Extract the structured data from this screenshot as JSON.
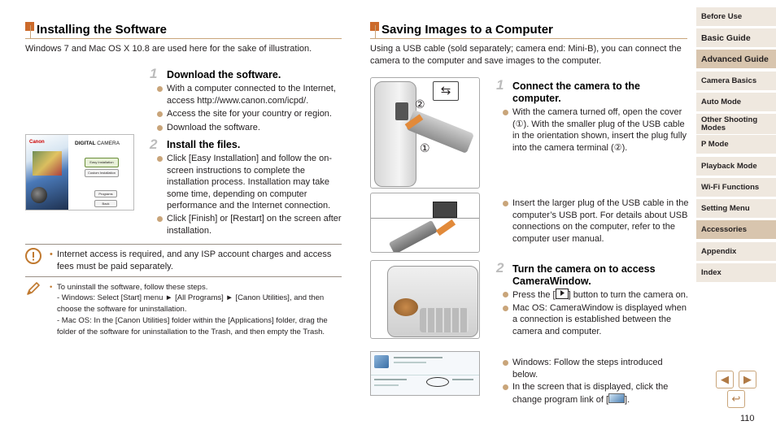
{
  "left": {
    "title": "Installing the Software",
    "intro": "Windows 7 and Mac OS X 10.8 are used here for the sake of illustration.",
    "step1": {
      "num": "1",
      "title": "Download the software.",
      "bullets": [
        "With a computer connected to the Internet, access http://www.canon.com/icpd/.",
        "Access the site for your country or region.",
        "Download the software."
      ]
    },
    "step2": {
      "num": "2",
      "title": "Install the files.",
      "bullets": [
        "Click [Easy Installation] and follow the on-screen instructions to complete the installation process. Installation may take some time, depending on computer performance and the Internet connection.",
        "Click [Finish] or [Restart] on the screen after installation."
      ]
    },
    "installer": {
      "brand": "Canon",
      "product_a": "DIGITAL",
      "product_b": "CAMERA",
      "easy": "Easy Installation",
      "custom": "Custom Installation",
      "programs": "Programs",
      "back": "Back"
    },
    "caution": "Internet access is required, and any ISP account charges and access fees must be paid separately.",
    "note": {
      "line1": "To uninstall the software, follow these steps.",
      "win": "- Windows: Select [Start] menu ► [All Programs] ► [Canon Utilities], and then choose the software for uninstallation.",
      "mac": "- Mac OS: In the [Canon Utilities] folder within the [Applications] folder, drag the folder of the software for uninstallation to the Trash, and then empty the Trash."
    }
  },
  "right": {
    "title": "Saving Images to a Computer",
    "intro": "Using a USB cable (sold separately; camera end: Mini-B), you can connect the camera to the computer and save images to the computer.",
    "step1": {
      "num": "1",
      "title": "Connect the camera to the computer.",
      "bullet1": "With the camera turned off, open the cover (①). With the smaller plug of the USB cable in the orientation shown, insert the plug fully into the camera terminal (②).",
      "bullet2": "Insert the larger plug of the USB cable in the computer’s USB port. For details about USB connections on the computer, refer to the computer user manual."
    },
    "step2": {
      "num": "2",
      "title": "Turn the camera on to access CameraWindow.",
      "bullet1a": "Press the [",
      "bullet1b": "] button to turn the camera on.",
      "bullet2": "Mac OS: CameraWindow is displayed when a connection is established between the camera and computer.",
      "bullet3": "Windows: Follow the steps introduced below.",
      "bullet4a": "In the screen that is displayed, click the change program link of [",
      "bullet4b": "]."
    },
    "callout1": "①",
    "callout2": "②",
    "usb_symbol": "⇆"
  },
  "sidebar": {
    "items": [
      "Before Use",
      "Basic Guide",
      "Advanced Guide",
      "Camera Basics",
      "Auto Mode",
      "Other Shooting Modes",
      "P Mode",
      "Playback Mode",
      "Wi-Fi Functions",
      "Setting Menu",
      "Accessories",
      "Appendix",
      "Index"
    ]
  },
  "nav": {
    "prev": "◀",
    "next": "▶",
    "back": "↩"
  },
  "page_number": "110",
  "colors": {
    "accent": "#cc6a2b",
    "rule": "#c9a57a",
    "sidebar_bg": "#efe8df",
    "sidebar_active": "#d8c5ae"
  }
}
